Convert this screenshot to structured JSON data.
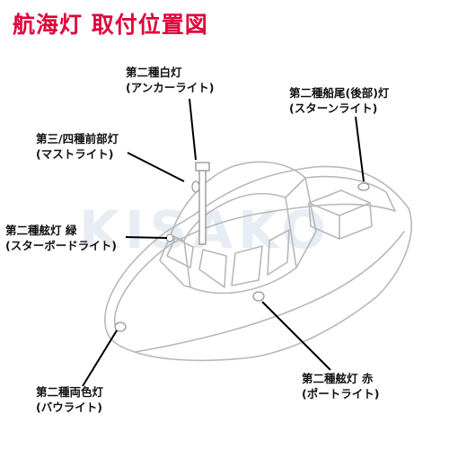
{
  "title": "航海灯 取付位置図",
  "brand": {
    "color": "#e0003a",
    "watermark": "KISAKO"
  },
  "lights": {
    "anchor": {
      "line1": "第二種白灯",
      "line2": "(アンカーライト)"
    },
    "mast": {
      "line1": "第三/四種前部灯",
      "line2": "(マストライト)"
    },
    "stern": {
      "line1": "第二種船尾(後部)灯",
      "line2": "(スターンライト)"
    },
    "green": {
      "line1": "第二種舷灯 緑",
      "line2": "(スターボードライト)"
    },
    "red": {
      "line1": "第二種舷灯 赤",
      "line2": "(ポートライト)"
    },
    "bicolor": {
      "line1": "第二種両色灯",
      "line2": "(バウライト)"
    }
  },
  "colors": {
    "boat_outline": "#b8b8b8",
    "leader_line": "#000000"
  }
}
